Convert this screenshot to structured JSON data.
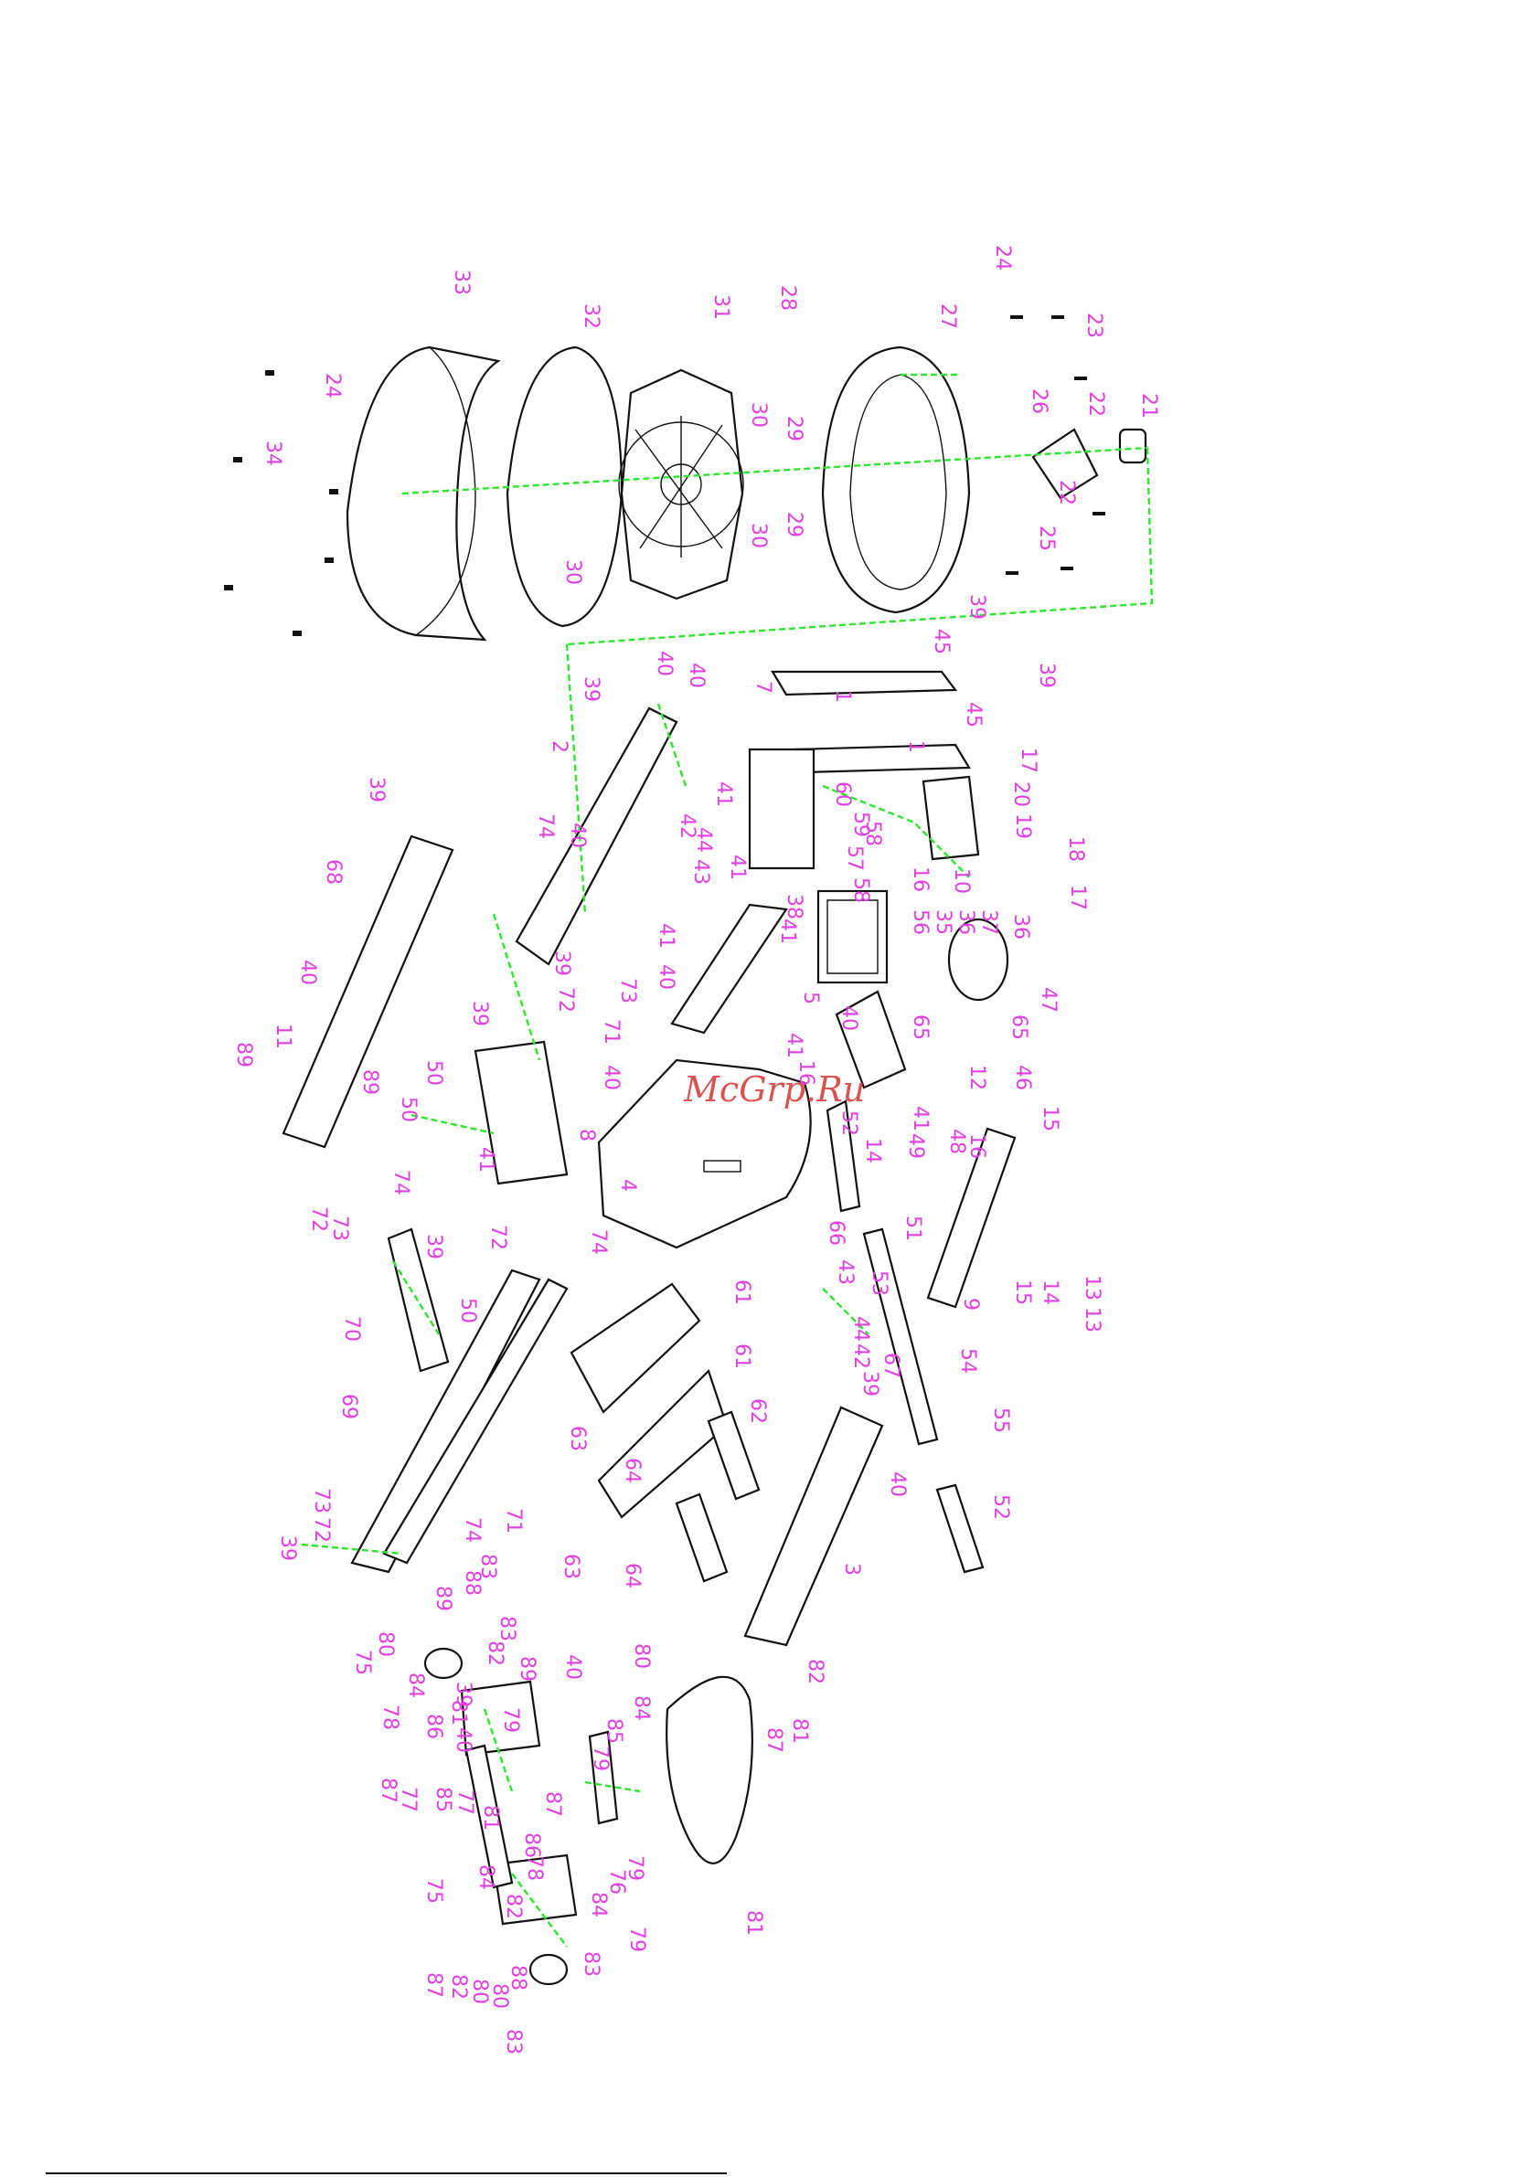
{
  "watermark": "McGrp.Ru",
  "colors": {
    "label": "#e040e0",
    "leader": "#2ee62e",
    "line": "#111111",
    "watermark": "#d9534f"
  },
  "labels": [
    {
      "id": "l24a",
      "text": "24"
    },
    {
      "id": "l23",
      "text": "23"
    },
    {
      "id": "l28",
      "text": "28"
    },
    {
      "id": "l27",
      "text": "27"
    },
    {
      "id": "l31",
      "text": "31"
    },
    {
      "id": "l32",
      "text": "32"
    },
    {
      "id": "l33",
      "text": "33"
    },
    {
      "id": "l24b",
      "text": "24"
    },
    {
      "id": "l34",
      "text": "34"
    },
    {
      "id": "l30a",
      "text": "30"
    },
    {
      "id": "l29a",
      "text": "29"
    },
    {
      "id": "l30b",
      "text": "30"
    },
    {
      "id": "l29b",
      "text": "29"
    },
    {
      "id": "l30c",
      "text": "30"
    },
    {
      "id": "l26",
      "text": "26"
    },
    {
      "id": "l22a",
      "text": "22"
    },
    {
      "id": "l21",
      "text": "21"
    },
    {
      "id": "l22b",
      "text": "22"
    },
    {
      "id": "l25",
      "text": "25"
    },
    {
      "id": "l39a",
      "text": "39"
    },
    {
      "id": "l45a",
      "text": "45"
    },
    {
      "id": "l39b",
      "text": "39"
    },
    {
      "id": "l45b",
      "text": "45"
    },
    {
      "id": "l40a",
      "text": "40"
    },
    {
      "id": "l40b",
      "text": "40"
    },
    {
      "id": "l39c",
      "text": "39"
    },
    {
      "id": "l7",
      "text": "7"
    },
    {
      "id": "l1a",
      "text": "1"
    },
    {
      "id": "l1b",
      "text": "1"
    },
    {
      "id": "l17a",
      "text": "17"
    },
    {
      "id": "l20",
      "text": "20"
    },
    {
      "id": "l19",
      "text": "19"
    },
    {
      "id": "l18",
      "text": "18"
    },
    {
      "id": "l17b",
      "text": "17"
    },
    {
      "id": "l2",
      "text": "2"
    },
    {
      "id": "l39d",
      "text": "39"
    },
    {
      "id": "l74a",
      "text": "74"
    },
    {
      "id": "l40c",
      "text": "40"
    },
    {
      "id": "l68",
      "text": "68"
    },
    {
      "id": "l41a",
      "text": "41"
    },
    {
      "id": "l42a",
      "text": "42"
    },
    {
      "id": "l44",
      "text": "44"
    },
    {
      "id": "l43a",
      "text": "43"
    },
    {
      "id": "l41b",
      "text": "41"
    },
    {
      "id": "l60",
      "text": "60"
    },
    {
      "id": "l59",
      "text": "59"
    },
    {
      "id": "l58a",
      "text": "58"
    },
    {
      "id": "l58b",
      "text": "58"
    },
    {
      "id": "l57",
      "text": "57"
    },
    {
      "id": "l41c",
      "text": "41"
    },
    {
      "id": "l16a",
      "text": "16"
    },
    {
      "id": "l10",
      "text": "10"
    },
    {
      "id": "l56",
      "text": "56"
    },
    {
      "id": "l35",
      "text": "35"
    },
    {
      "id": "l36a",
      "text": "36"
    },
    {
      "id": "l37",
      "text": "37"
    },
    {
      "id": "l36b",
      "text": "36"
    },
    {
      "id": "l38",
      "text": "38"
    },
    {
      "id": "l41d",
      "text": "41"
    },
    {
      "id": "l40d",
      "text": "40"
    },
    {
      "id": "l40e",
      "text": "40"
    },
    {
      "id": "l89a",
      "text": "89"
    },
    {
      "id": "l39e",
      "text": "39"
    },
    {
      "id": "l72a",
      "text": "72"
    },
    {
      "id": "l73a",
      "text": "73"
    },
    {
      "id": "l5",
      "text": "5"
    },
    {
      "id": "l47",
      "text": "47"
    },
    {
      "id": "l65a",
      "text": "65"
    },
    {
      "id": "l65b",
      "text": "65"
    },
    {
      "id": "l11",
      "text": "11"
    },
    {
      "id": "l89b",
      "text": "89"
    },
    {
      "id": "l39f",
      "text": "39"
    },
    {
      "id": "l50a",
      "text": "50"
    },
    {
      "id": "l71a",
      "text": "71"
    },
    {
      "id": "l40f",
      "text": "40"
    },
    {
      "id": "l40g",
      "text": "40"
    },
    {
      "id": "l41e",
      "text": "41"
    },
    {
      "id": "l16b",
      "text": "16"
    },
    {
      "id": "l41f",
      "text": "41"
    },
    {
      "id": "l12",
      "text": "12"
    },
    {
      "id": "l46",
      "text": "46"
    },
    {
      "id": "l15a",
      "text": "15"
    },
    {
      "id": "l14a",
      "text": "14"
    },
    {
      "id": "l50b",
      "text": "50"
    },
    {
      "id": "l8",
      "text": "8"
    },
    {
      "id": "l41g",
      "text": "41"
    },
    {
      "id": "l74b",
      "text": "74"
    },
    {
      "id": "l52a",
      "text": "52"
    },
    {
      "id": "l49",
      "text": "49"
    },
    {
      "id": "l48",
      "text": "48"
    },
    {
      "id": "l16c",
      "text": "16"
    },
    {
      "id": "l4",
      "text": "4"
    },
    {
      "id": "l72b",
      "text": "72"
    },
    {
      "id": "l73b",
      "text": "73"
    },
    {
      "id": "l13a",
      "text": "13"
    },
    {
      "id": "l72c",
      "text": "72"
    },
    {
      "id": "l66",
      "text": "66"
    },
    {
      "id": "l51",
      "text": "51"
    },
    {
      "id": "l53",
      "text": "53"
    },
    {
      "id": "l9",
      "text": "9"
    },
    {
      "id": "l15b",
      "text": "15"
    },
    {
      "id": "l14b",
      "text": "14"
    },
    {
      "id": "l13b",
      "text": "13"
    },
    {
      "id": "l39g",
      "text": "39"
    },
    {
      "id": "l74c",
      "text": "74"
    },
    {
      "id": "l70",
      "text": "70"
    },
    {
      "id": "l61a",
      "text": "61"
    },
    {
      "id": "l43b",
      "text": "43"
    },
    {
      "id": "l44b",
      "text": "44"
    },
    {
      "id": "l42b",
      "text": "42"
    },
    {
      "id": "l50c",
      "text": "50"
    },
    {
      "id": "l61b",
      "text": "61"
    },
    {
      "id": "l39h",
      "text": "39"
    },
    {
      "id": "l67",
      "text": "67"
    },
    {
      "id": "l54",
      "text": "54"
    },
    {
      "id": "l69",
      "text": "69"
    },
    {
      "id": "l62",
      "text": "62"
    },
    {
      "id": "l63a",
      "text": "63"
    },
    {
      "id": "l64a",
      "text": "64"
    },
    {
      "id": "l55",
      "text": "55"
    },
    {
      "id": "l40h",
      "text": "40"
    },
    {
      "id": "l73c",
      "text": "73"
    },
    {
      "id": "l72d",
      "text": "72"
    },
    {
      "id": "l39i",
      "text": "39"
    },
    {
      "id": "l71b",
      "text": "71"
    },
    {
      "id": "l63b",
      "text": "63"
    },
    {
      "id": "l74d",
      "text": "74"
    },
    {
      "id": "l52b",
      "text": "52"
    },
    {
      "id": "l64b",
      "text": "64"
    },
    {
      "id": "l3",
      "text": "3"
    },
    {
      "id": "l83a",
      "text": "83"
    },
    {
      "id": "l88a",
      "text": "88"
    },
    {
      "id": "l89c",
      "text": "89"
    },
    {
      "id": "l80a",
      "text": "80"
    },
    {
      "id": "l83b",
      "text": "83"
    },
    {
      "id": "l82a",
      "text": "82"
    },
    {
      "id": "l89d",
      "text": "89"
    },
    {
      "id": "l75a",
      "text": "75"
    },
    {
      "id": "l39j",
      "text": "39"
    },
    {
      "id": "l40i",
      "text": "40"
    },
    {
      "id": "l80b",
      "text": "80"
    },
    {
      "id": "l82b",
      "text": "82"
    },
    {
      "id": "l87a",
      "text": "87"
    },
    {
      "id": "l84a",
      "text": "84"
    },
    {
      "id": "l81a",
      "text": "81"
    },
    {
      "id": "l79a",
      "text": "79"
    },
    {
      "id": "l78a",
      "text": "78"
    },
    {
      "id": "l86a",
      "text": "86"
    },
    {
      "id": "l40j",
      "text": "40"
    },
    {
      "id": "l85a",
      "text": "85"
    },
    {
      "id": "l84b",
      "text": "84"
    },
    {
      "id": "l81b",
      "text": "81"
    },
    {
      "id": "l79b",
      "text": "79"
    },
    {
      "id": "l87b",
      "text": "87"
    },
    {
      "id": "l77a",
      "text": "77"
    },
    {
      "id": "l85b",
      "text": "85"
    },
    {
      "id": "l77b",
      "text": "77"
    },
    {
      "id": "l81c",
      "text": "81"
    },
    {
      "id": "l87c",
      "text": "87"
    },
    {
      "id": "l86b",
      "text": "86"
    },
    {
      "id": "l84c",
      "text": "84"
    },
    {
      "id": "l78b",
      "text": "78"
    },
    {
      "id": "l79c",
      "text": "79"
    },
    {
      "id": "l75b",
      "text": "75"
    },
    {
      "id": "l76",
      "text": "76"
    },
    {
      "id": "l82c",
      "text": "82"
    },
    {
      "id": "l84d",
      "text": "84"
    },
    {
      "id": "l81d",
      "text": "81"
    },
    {
      "id": "l79d",
      "text": "79"
    },
    {
      "id": "l87d",
      "text": "87"
    },
    {
      "id": "l82d",
      "text": "82"
    },
    {
      "id": "l80c",
      "text": "80"
    },
    {
      "id": "l80d",
      "text": "80"
    },
    {
      "id": "l88b",
      "text": "88"
    },
    {
      "id": "l83c",
      "text": "83"
    },
    {
      "id": "l83d",
      "text": "83"
    }
  ]
}
